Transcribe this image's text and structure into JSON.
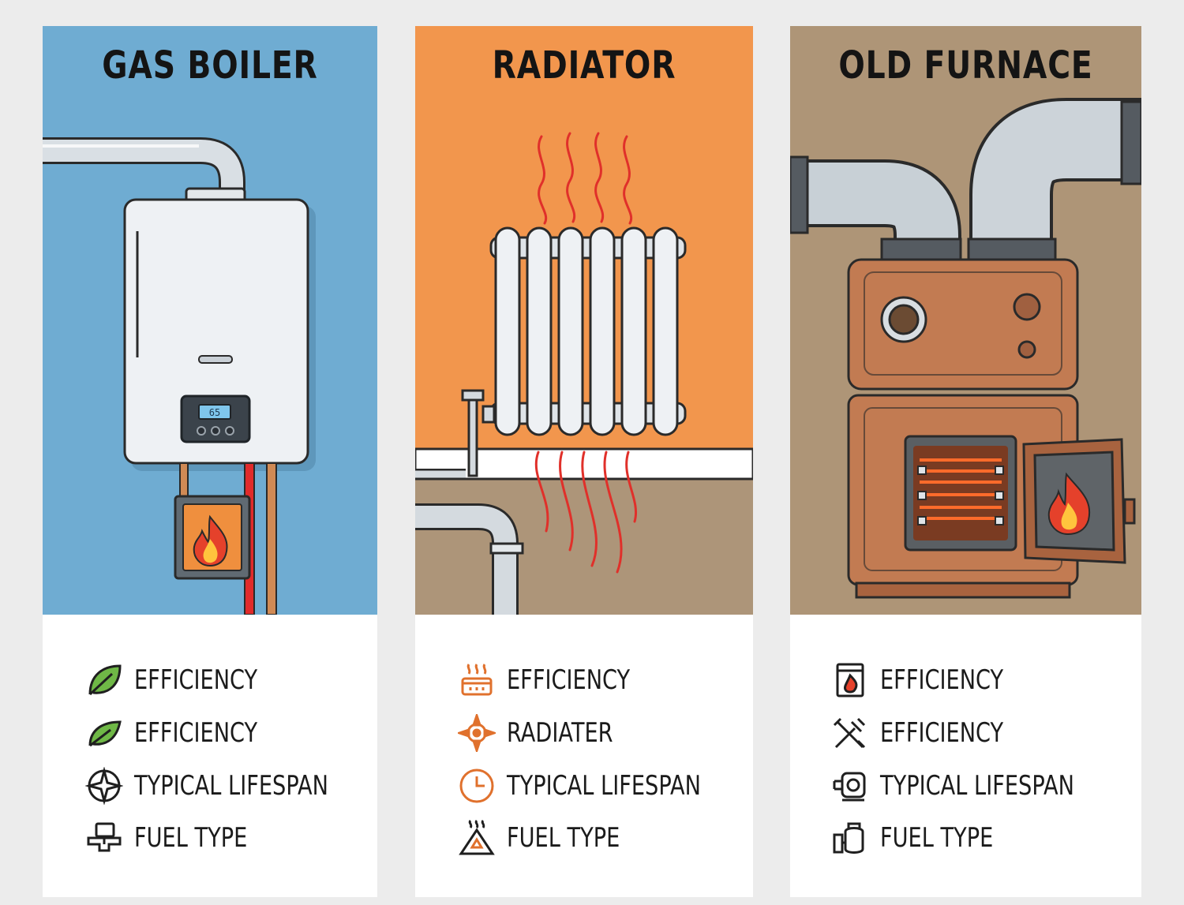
{
  "cards": [
    {
      "title": "GAS BOILER",
      "display_code": "65",
      "colors": {
        "background": "#6facd2",
        "accent": "#5fa53a"
      },
      "features": [
        {
          "icon": "leaf-icon",
          "label": "EFFICIENCY"
        },
        {
          "icon": "leaf-icon",
          "label": "EFFICIENCY"
        },
        {
          "icon": "compass-rose-icon",
          "label": "TYPICAL LIFESPAN"
        },
        {
          "icon": "pipe-connector-icon",
          "label": "FUEL TYPE"
        }
      ]
    },
    {
      "title": "RADIATOR",
      "colors": {
        "background": "#f2964d",
        "wall": "#ad9579",
        "accent": "#e0712d"
      },
      "features": [
        {
          "icon": "heater-icon",
          "label": "EFFICIENCY"
        },
        {
          "icon": "crosshair-icon",
          "label": "RADIATER"
        },
        {
          "icon": "clock-icon",
          "label": "TYPICAL LIFESPAN"
        },
        {
          "icon": "warning-heat-icon",
          "label": "FUEL TYPE"
        }
      ]
    },
    {
      "title": "OLD FURNACE",
      "colors": {
        "background": "#ae9577",
        "body": "#c27b52"
      },
      "features": [
        {
          "icon": "fire-box-icon",
          "label": "EFFICIENCY"
        },
        {
          "icon": "tools-icon",
          "label": "EFFICIENCY"
        },
        {
          "icon": "burner-icon",
          "label": "TYPICAL LIFESPAN"
        },
        {
          "icon": "tank-icon",
          "label": "FUEL TYPE"
        }
      ]
    }
  ]
}
